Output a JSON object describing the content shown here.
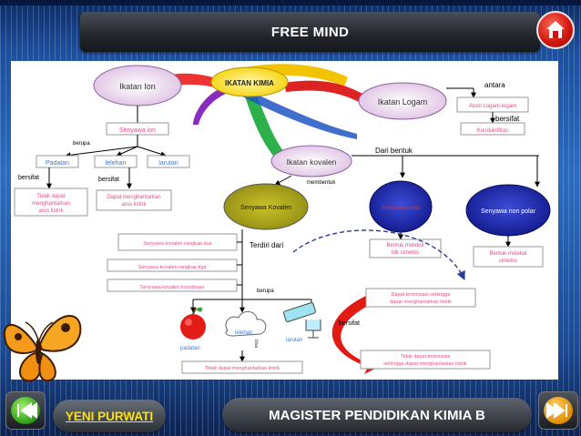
{
  "header": {
    "title": "FREE MIND"
  },
  "footer": {
    "author": "YENI PURWATI",
    "course": "MAGISTER PENDIDIKAN KIMIA B"
  },
  "diagram": {
    "center": "IKATAN KIMIA",
    "ion": {
      "label": "Ikatan Ion",
      "compound": "Senyawa ion",
      "edge_berupa": "berupa",
      "phases": [
        "Padatan",
        "lelehan",
        "larutan"
      ],
      "edge_bersifat_1": "bersifat",
      "edge_bersifat_2": "bersifat",
      "no_conduct": [
        "Tidak dapat",
        "menghantarkan",
        "arus listrik"
      ],
      "conduct": [
        "Dapat  menghantarkan",
        "arus listrik"
      ]
    },
    "metal": {
      "label": "Ikatan Logam",
      "edge_antara": "antara",
      "atoms": [
        "Atom Logam-logam"
      ],
      "edge_bersifat": "bersifat",
      "property": "Konduktifitas"
    },
    "covalent": {
      "label": "Ikatan kovalen",
      "edge_dari_bentuk": "Dari bentuk",
      "edge_membentuk": "membentuk",
      "compound": "Senyawa Kovalen",
      "polar": "Senyawa polar",
      "nonpolar": "Senyawa non polar",
      "polar_shape": [
        "Bentuk molekul",
        "tdk simetris"
      ],
      "nonpolar_shape": [
        "Bentuk molekul",
        "simetris"
      ],
      "edge_terdiri": "Terdiri dari",
      "types": [
        "Senyawa kovalen rangkap dua",
        "Senyawa kovalen rangkap tiga",
        "Senyawa kovalen koordinasi"
      ],
      "edge_berupa": "berupa",
      "phases": [
        "padatan",
        "lelehan",
        "larutan"
      ],
      "bisa_label": "bisa",
      "edge_bersifat": "bersifat",
      "ionize": [
        "Dapat terionisasi sehingga",
        "dapat menghantarkan listrik"
      ],
      "no_ionize": [
        "Tidak dapat terionisasi",
        "sehingga dapat menghantarkan listrik"
      ],
      "no_conduct": "Tidak dapat menghantarkan listrik"
    }
  }
}
